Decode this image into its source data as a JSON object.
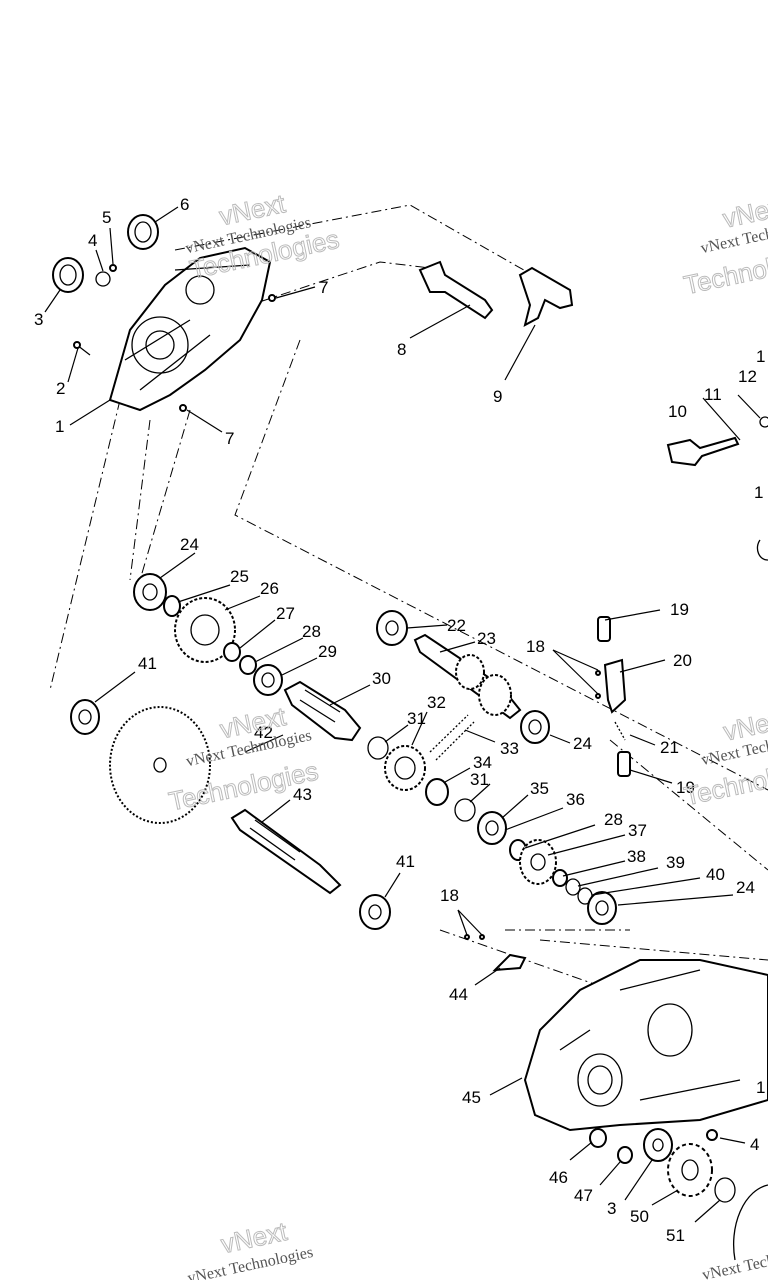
{
  "watermark": {
    "line1": "vNext",
    "line2": "vNext Technologies",
    "line3": "Technologies"
  },
  "callouts": [
    "1",
    "2",
    "3",
    "4",
    "5",
    "6",
    "7",
    "7",
    "8",
    "9",
    "10",
    "11",
    "12",
    "1",
    "1",
    "1",
    "18",
    "19",
    "19",
    "20",
    "21",
    "22",
    "23",
    "24",
    "24",
    "24",
    "25",
    "26",
    "27",
    "28",
    "28",
    "29",
    "30",
    "31",
    "31",
    "32",
    "33",
    "34",
    "35",
    "36",
    "37",
    "38",
    "39",
    "40",
    "41",
    "41",
    "42",
    "43",
    "18",
    "44",
    "45",
    "4",
    "46",
    "47",
    "3",
    "50",
    "51"
  ]
}
